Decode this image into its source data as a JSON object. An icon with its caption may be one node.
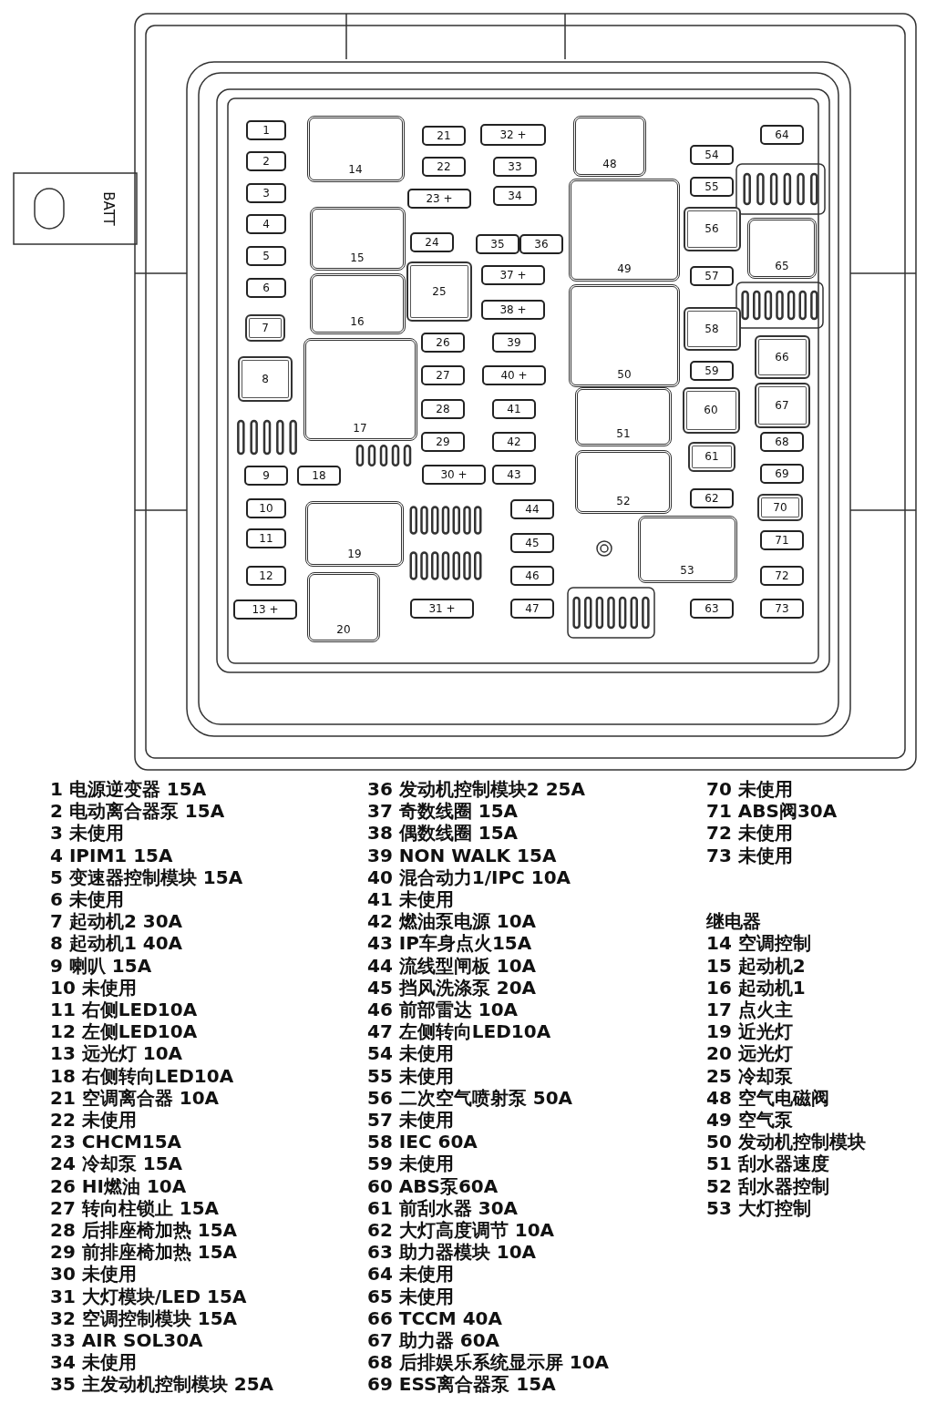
{
  "diagram": {
    "nodes": [
      {
        "text": [
          "1"
        ]
      },
      {
        "text": [
          "2"
        ]
      },
      {
        "text": [
          "3"
        ]
      },
      {
        "text": [
          "4"
        ]
      },
      {
        "text": [
          "5"
        ]
      },
      {
        "text": [
          "6"
        ]
      },
      {
        "text": [
          "7"
        ]
      },
      {
        "text": [
          "8"
        ]
      },
      {
        "text": [
          "9"
        ]
      },
      {
        "text": [
          "10"
        ]
      },
      {
        "text": [
          "11"
        ]
      },
      {
        "text": [
          "12"
        ]
      },
      {
        "text": [
          "13 +"
        ]
      },
      {
        "text": [
          "14"
        ]
      },
      {
        "text": [
          "15"
        ]
      },
      {
        "text": [
          "16"
        ]
      },
      {
        "text": [
          "17"
        ]
      },
      {
        "text": [
          "18"
        ]
      },
      {
        "text": [
          "19"
        ]
      },
      {
        "text": [
          "20"
        ]
      },
      {
        "text": [
          "21"
        ]
      },
      {
        "text": [
          "22"
        ]
      },
      {
        "text": [
          "23 +"
        ]
      },
      {
        "text": [
          "24"
        ]
      },
      {
        "text": [
          "25"
        ]
      },
      {
        "text": [
          "26"
        ]
      },
      {
        "text": [
          "27"
        ]
      },
      {
        "text": [
          "28"
        ]
      },
      {
        "text": [
          "29"
        ]
      },
      {
        "text": [
          "30 +"
        ]
      },
      {
        "text": [
          "31 +"
        ]
      },
      {
        "text": [
          "32 +"
        ]
      },
      {
        "text": [
          "33"
        ]
      },
      {
        "text": [
          "34"
        ]
      },
      {
        "text": [
          "35"
        ]
      },
      {
        "text": [
          "36"
        ]
      },
      {
        "text": [
          "37 +"
        ]
      },
      {
        "text": [
          "38 +"
        ]
      },
      {
        "text": [
          "39"
        ]
      },
      {
        "text": [
          "40 +"
        ]
      },
      {
        "text": [
          "41"
        ]
      },
      {
        "text": [
          "42"
        ]
      },
      {
        "text": [
          "43"
        ]
      },
      {
        "text": [
          "44"
        ]
      },
      {
        "text": [
          "45"
        ]
      },
      {
        "text": [
          "46"
        ]
      },
      {
        "text": [
          "47"
        ]
      },
      {
        "text": [
          "48"
        ]
      },
      {
        "text": [
          "49"
        ]
      },
      {
        "text": [
          "50"
        ]
      },
      {
        "text": [
          "51"
        ]
      },
      {
        "text": [
          "52"
        ]
      },
      {
        "text": [
          "53"
        ]
      },
      {
        "text": [
          "54"
        ]
      },
      {
        "text": [
          "55"
        ]
      },
      {
        "text": [
          "56"
        ]
      },
      {
        "text": [
          "57"
        ]
      },
      {
        "text": [
          "58"
        ]
      },
      {
        "text": [
          "59"
        ]
      },
      {
        "text": [
          "60"
        ]
      },
      {
        "text": [
          "61"
        ]
      },
      {
        "text": [
          "62"
        ]
      },
      {
        "text": [
          "63"
        ]
      },
      {
        "text": [
          "64"
        ]
      },
      {
        "text": [
          "65"
        ]
      },
      {
        "text": [
          "66"
        ]
      },
      {
        "text": [
          "67"
        ]
      },
      {
        "text": [
          "68"
        ]
      },
      {
        "text": [
          "69"
        ]
      },
      {
        "text": [
          "70"
        ]
      },
      {
        "text": [
          "71"
        ]
      },
      {
        "text": [
          "72"
        ]
      },
      {
        "text": [
          "73"
        ]
      }
    ],
    "labels": [
      "BATT",
      "1 电源逆变器 15A",
      "2 电动离合器泵 15A",
      "3 未使用",
      "4 IPIM1 15A",
      "5 变速器控制模块 15A",
      "6 未使用",
      "7 起动机2 30A",
      "8 起动机1 40A",
      "9 喇叭 15A",
      "10 未使用",
      "11 右侧LED10A",
      "12 左侧LED10A",
      "13 远光灯 10A",
      "18 右侧转向LED10A",
      "21 空调离合器 10A",
      "22 未使用",
      "23 CHCM15A",
      "24 冷却泵 15A",
      "26 HI燃油 10A",
      "27 转向柱锁止 15A",
      "28 后排座椅加热 15A",
      "29 前排座椅加热 15A",
      "30 未使用",
      "31 大灯模块/LED 15A",
      "32 空调控制模块 15A",
      "33 AIR SOL30A",
      "34 未使用",
      "35 主发动机控制模块 25A",
      "36 发动机控制模块2 25A",
      "37 奇数线圈 15A",
      "38 偶数线圈 15A",
      "39 NON WALK 15A",
      "40 混合动力1/IPC 10A",
      "41 未使用",
      "42 燃油泵电源 10A",
      "43 IP车身点火15A",
      "44 流线型闸板 10A",
      "45 挡风洗涤泵 20A",
      "46 前部雷达 10A",
      "47 左侧转向LED10A",
      "54 未使用",
      "55 未使用",
      "56 二次空气喷射泵 50A",
      "57 未使用",
      "58 IEC 60A",
      "59 未使用",
      "60 ABS泵60A",
      "61 前刮水器 30A",
      "62 大灯高度调节 10A",
      "63 助力器模块 10A",
      "64 未使用",
      "65 未使用",
      "66 TCCM 40A",
      "67 助力器 60A",
      "68 后排娱乐系统显示屏 10A",
      "69 ESS离合器泵 15A",
      "70 未使用",
      "71 ABS阀30A",
      "72 未使用",
      "73 未使用",
      "继电器",
      "14 空调控制",
      "15 起动机2",
      "16 起动机1",
      "17 点火主",
      "19 近光灯",
      "20 远光灯",
      "25 冷却泵",
      "48 空气电磁阀",
      "49 空气泵",
      "50 发动机控制模块",
      "51 刮水器速度",
      "52 刮水器控制",
      "53 大灯控制"
    ]
  }
}
